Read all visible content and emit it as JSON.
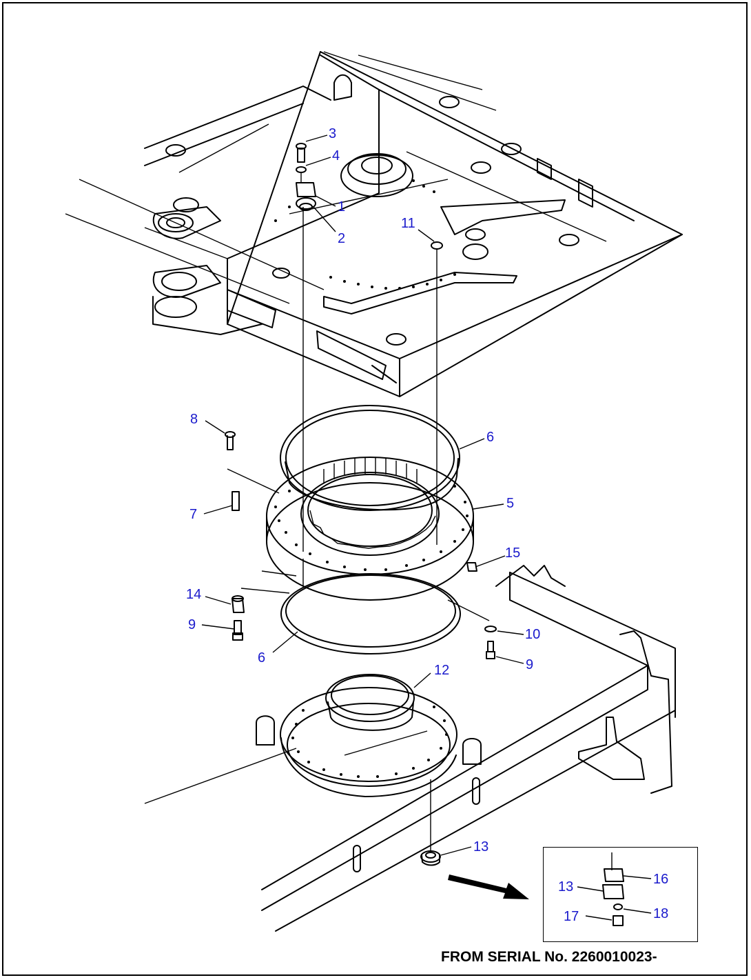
{
  "footer": {
    "serial_note": "FROM SERIAL No. 2260010023-"
  },
  "callouts": {
    "p1": "1",
    "p2": "2",
    "p3": "3",
    "p4": "4",
    "p5": "5",
    "p6a": "6",
    "p6b": "6",
    "p7": "7",
    "p8": "8",
    "p9a": "9",
    "p9b": "9",
    "p10": "10",
    "p11": "11",
    "p12": "12",
    "p13a": "13",
    "p14": "14",
    "p15": "15",
    "inset13": "13",
    "inset16": "16",
    "inset17": "17",
    "inset18": "18"
  },
  "colors": {
    "callout": "#1a1acc",
    "line": "#000000",
    "background": "#ffffff"
  }
}
